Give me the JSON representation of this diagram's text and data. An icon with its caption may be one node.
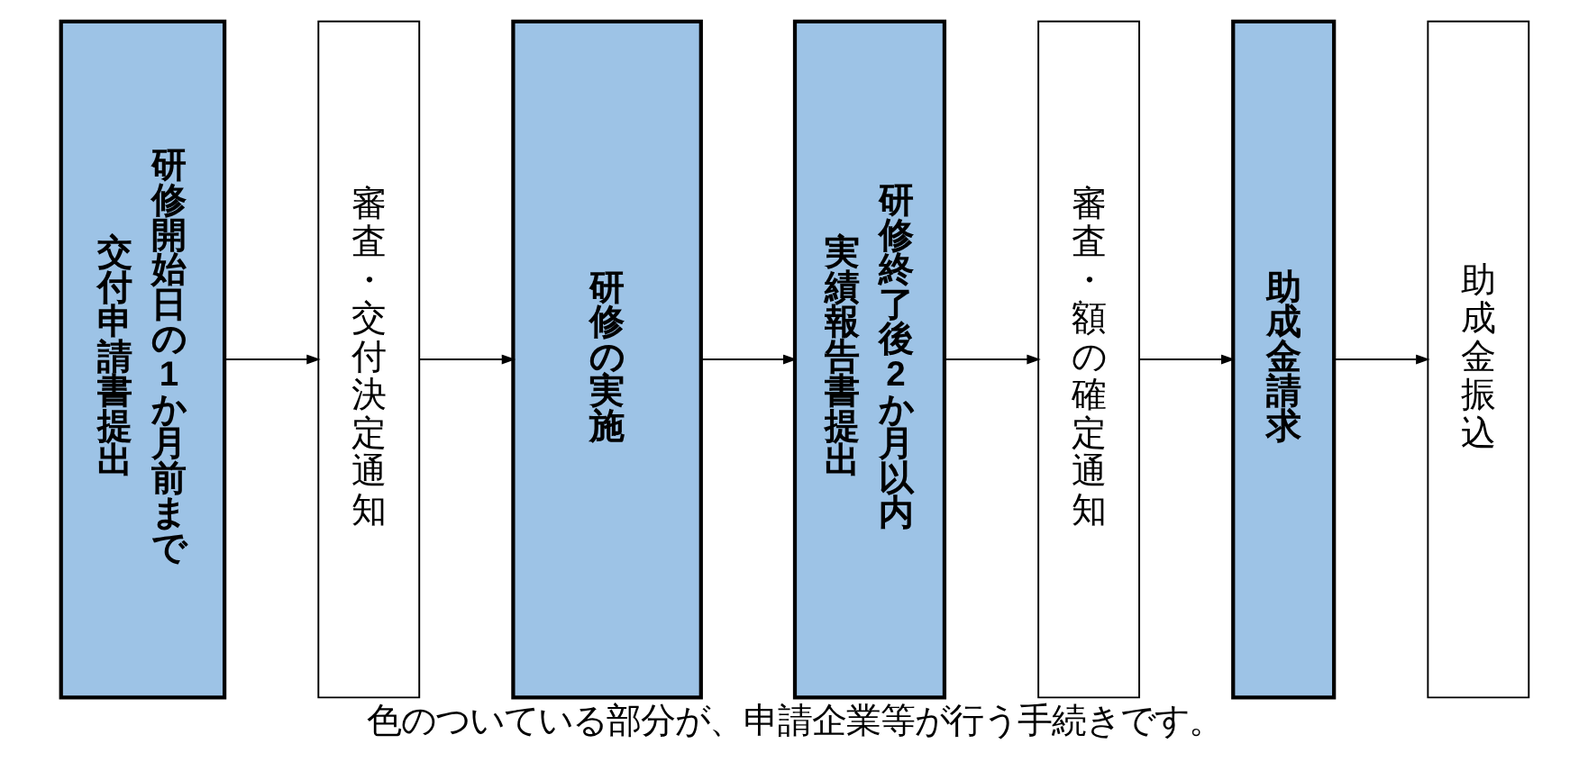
{
  "diagram": {
    "caption": "色のついている部分が、申請企業等が行う手続きです。",
    "nodes": [
      {
        "text": [
          "交付申請書提出",
          "研修開始日の1か月前まで"
        ]
      },
      {
        "text": [
          "審査・交付決定通知"
        ]
      },
      {
        "text": [
          "研修の実施"
        ]
      },
      {
        "text": [
          "実績報告書提出",
          "研修終了後2か月以内"
        ]
      },
      {
        "text": [
          "審査・額の確定通知"
        ]
      },
      {
        "text": [
          "助成金請求"
        ]
      },
      {
        "text": [
          "助成金振込"
        ]
      }
    ],
    "edges": [
      {
        "from": 0,
        "to": 1,
        "arrow": "to"
      },
      {
        "from": 1,
        "to": 2,
        "arrow": "to"
      },
      {
        "from": 2,
        "to": 3,
        "arrow": "to"
      },
      {
        "from": 3,
        "to": 4,
        "arrow": "to"
      },
      {
        "from": 4,
        "to": 5,
        "arrow": "to"
      },
      {
        "from": 5,
        "to": 6,
        "arrow": "to"
      }
    ]
  }
}
